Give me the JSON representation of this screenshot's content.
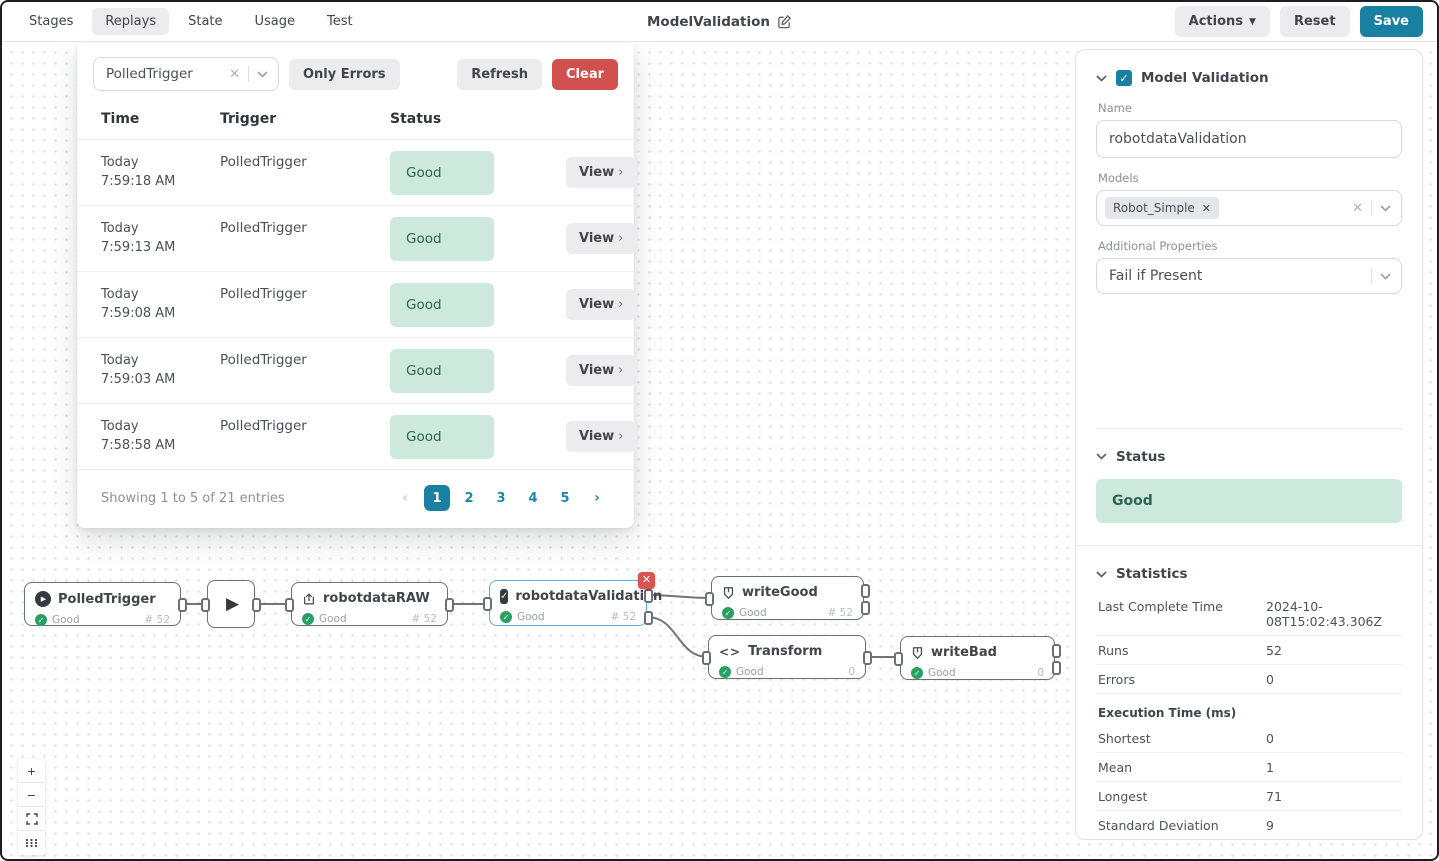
{
  "topbar": {
    "tabs": [
      {
        "label": "Stages"
      },
      {
        "label": "Replays"
      },
      {
        "label": "State"
      },
      {
        "label": "Usage"
      },
      {
        "label": "Test"
      }
    ],
    "title": "ModelValidation",
    "actions_label": "Actions",
    "reset_label": "Reset",
    "save_label": "Save"
  },
  "replays_panel": {
    "filter_selected": "PolledTrigger",
    "only_errors_label": "Only Errors",
    "refresh_label": "Refresh",
    "clear_label": "Clear",
    "table": {
      "headers": {
        "time": "Time",
        "trigger": "Trigger",
        "status": "Status"
      },
      "view_label": "View",
      "rows": [
        {
          "date": "Today",
          "time": "7:59:18 AM",
          "trigger": "PolledTrigger",
          "status": "Good"
        },
        {
          "date": "Today",
          "time": "7:59:13 AM",
          "trigger": "PolledTrigger",
          "status": "Good"
        },
        {
          "date": "Today",
          "time": "7:59:08 AM",
          "trigger": "PolledTrigger",
          "status": "Good"
        },
        {
          "date": "Today",
          "time": "7:59:03 AM",
          "trigger": "PolledTrigger",
          "status": "Good"
        },
        {
          "date": "Today",
          "time": "7:58:58 AM",
          "trigger": "PolledTrigger",
          "status": "Good"
        }
      ]
    },
    "footer": {
      "summary": "Showing 1 to 5 of 21 entries",
      "pages": [
        "1",
        "2",
        "3",
        "4",
        "5"
      ],
      "active_page": "1"
    }
  },
  "flow": {
    "nodes": [
      {
        "title": "PolledTrigger",
        "icon": "play-circle-icon",
        "status": "Good",
        "count": "# 52"
      },
      {
        "title": "",
        "icon": "play-icon"
      },
      {
        "title": "robotdataRAW",
        "icon": "read-icon",
        "status": "Good",
        "count": "# 52"
      },
      {
        "title": "robotdataValidation",
        "icon": "checkbox-icon",
        "status": "Good",
        "count": "# 52"
      },
      {
        "title": "writeGood",
        "icon": "write-icon",
        "status": "Good",
        "count": "# 52"
      },
      {
        "title": "Transform",
        "icon": "code-icon",
        "status": "Good",
        "count": "0"
      },
      {
        "title": "writeBad",
        "icon": "write-icon",
        "status": "Good",
        "count": "0"
      }
    ]
  },
  "sidebar": {
    "model_validation": {
      "title": "Model Validation",
      "name_label": "Name",
      "name_value": "robotdataValidation",
      "models_label": "Models",
      "model_chip": "Robot_Simple",
      "additional_props_label": "Additional Properties",
      "additional_props_value": "Fail if Present"
    },
    "status": {
      "title": "Status",
      "value": "Good"
    },
    "statistics": {
      "title": "Statistics",
      "rows": [
        [
          "Last Complete Time",
          "2024-10-08T15:02:43.306Z"
        ],
        [
          "Runs",
          "52"
        ],
        [
          "Errors",
          "0"
        ]
      ],
      "exec_title": "Execution Time (ms)",
      "exec_rows": [
        [
          "Shortest",
          "0"
        ],
        [
          "Mean",
          "1"
        ],
        [
          "Longest",
          "71"
        ],
        [
          "Standard Deviation",
          "9"
        ]
      ]
    }
  },
  "colors": {
    "accent_teal": "#1a80a2",
    "danger_red": "#d14f4d",
    "good_bg": "#cde9dc",
    "good_text": "#2c6456",
    "check_green": "#27a163",
    "node_border": "#697076",
    "selected_border": "#58b4d8"
  }
}
